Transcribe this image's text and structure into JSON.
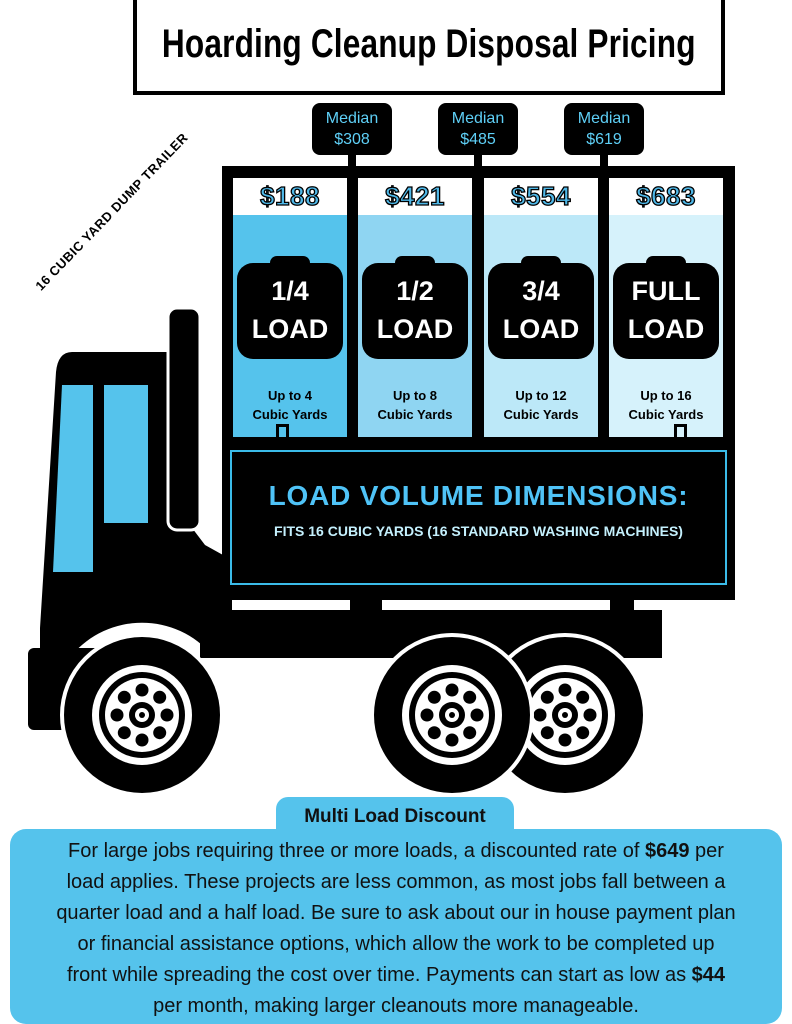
{
  "title": "Hoarding Cleanup Disposal Pricing",
  "trailer_label": "16 CUBIC YARD DUMP TRAILER",
  "medians": [
    {
      "label": "Median",
      "value": "$308"
    },
    {
      "label": "Median",
      "value": "$485"
    },
    {
      "label": "Median",
      "value": "$619"
    }
  ],
  "tiers": [
    {
      "price": "$188",
      "load": [
        "1/4",
        "LOAD"
      ],
      "capacity": [
        "Up to 4",
        "Cubic Yards"
      ],
      "fill_color": "#55c3ec"
    },
    {
      "price": "$421",
      "load": [
        "1/2",
        "LOAD"
      ],
      "capacity": [
        "Up to 8",
        "Cubic Yards"
      ],
      "fill_color": "#8fd5f2"
    },
    {
      "price": "$554",
      "load": [
        "3/4",
        "LOAD"
      ],
      "capacity": [
        "Up to 12",
        "Cubic Yards"
      ],
      "fill_color": "#bce8f8"
    },
    {
      "price": "$683",
      "load": [
        "FULL",
        "LOAD"
      ],
      "capacity": [
        "Up to 16",
        "Cubic Yards"
      ],
      "fill_color": "#d6f2fb"
    }
  ],
  "volume": {
    "heading": "LOAD VOLUME DIMENSIONS:",
    "subtext": "FITS 16 CUBIC YARDS (16 STANDARD WASHING MACHINES)"
  },
  "discount": {
    "title": "Multi Load Discount",
    "lines": [
      {
        "text": "For large jobs requiring three or more loads, a discounted rate of ",
        "bold": "$649",
        "tail": " per"
      },
      {
        "text": "load applies. These projects are less common, as most jobs fall between a"
      },
      {
        "text": "quarter load and a half load. Be sure to ask about our in house payment plan"
      },
      {
        "text": "or financial assistance options, which allow the work to be completed up"
      },
      {
        "text": "front while spreading the cost over time. Payments can start as low as ",
        "bold": "$44"
      },
      {
        "text": "per month, making larger cleanouts more manageable."
      }
    ]
  },
  "icons": {
    "illustration": "dump-truck-icon",
    "wheel": "wheel-icon"
  },
  "colors": {
    "accent": "#55c3ec",
    "median_text": "#5fd0f7",
    "price_text": "#4fb8e8",
    "frame": "#000000",
    "window": "#55c3ec"
  }
}
